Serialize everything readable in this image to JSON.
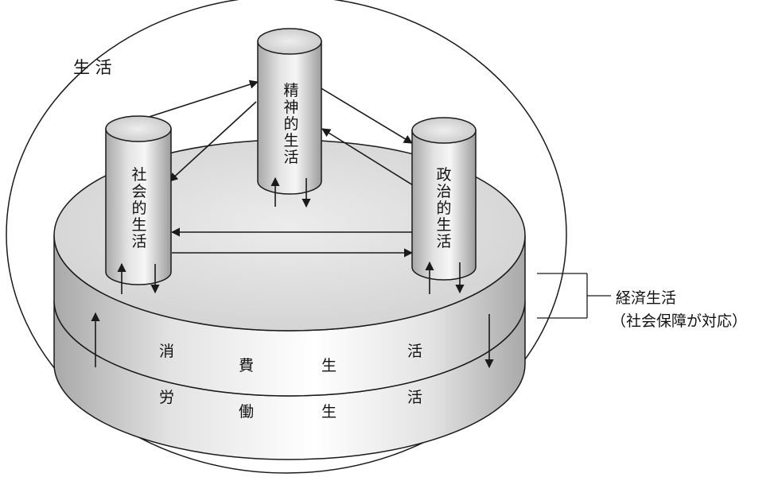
{
  "outer_label": "生 活",
  "pillars": {
    "social": "社会的生活",
    "spiritual": "精神的生活",
    "political": "政治的生活"
  },
  "layers": {
    "consumption": [
      "消",
      "費",
      "生",
      "活"
    ],
    "labor": [
      "労",
      "働",
      "生",
      "活"
    ]
  },
  "callout": {
    "line1": "経済生活",
    "line2": "（社会保障が対応）"
  },
  "colors": {
    "stroke": "#1a1a1a",
    "fill_light": "#e6e6e6",
    "fill_mid": "#d6d6d6",
    "fill_dark": "#bdbdbd"
  }
}
